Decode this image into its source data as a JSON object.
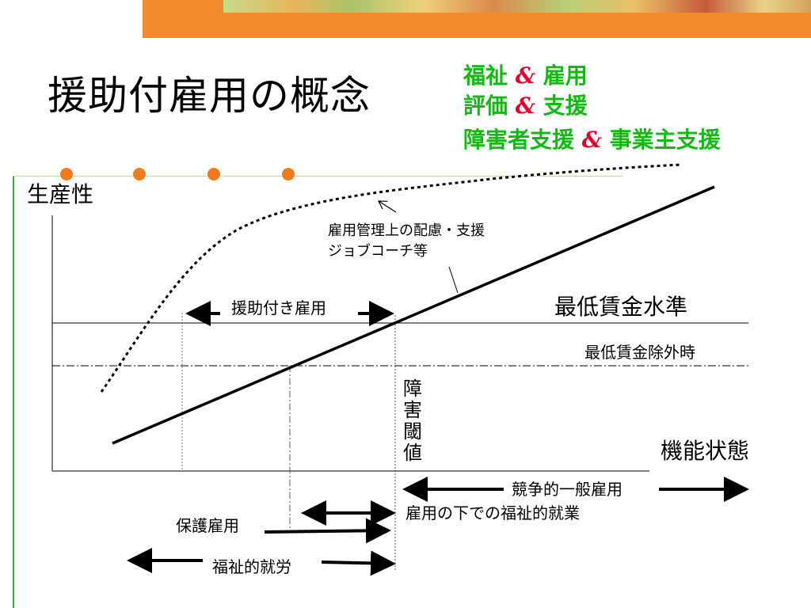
{
  "title": "援助付雇用の概念",
  "concepts": [
    {
      "a": "福祉",
      "amp": "&",
      "b": "雇用"
    },
    {
      "a": "評価",
      "amp": "&",
      "b": "支援"
    },
    {
      "a": "障害者支援",
      "amp": "&",
      "b": "事業主支援"
    }
  ],
  "diagram": {
    "y_axis": "生産性",
    "x_axis": "機能状態",
    "min_wage": "最低賃金水準",
    "min_wage_exempt": "最低賃金除外時",
    "support_note_1": "雇用管理上の配慮・支援",
    "support_note_2": "ジョブコーチ等",
    "supported_employment": "援助付き雇用",
    "disability_threshold": [
      "障",
      "害",
      "閾",
      "値"
    ],
    "competitive": "競争的一般雇用",
    "welfare_employment": "雇用の下での福祉的就業",
    "sheltered": "保護雇用",
    "welfare_labor": "福祉的就労"
  },
  "colors": {
    "accent_orange": "#f08a2c",
    "green_text": "#14b814",
    "ampersand_red": "#e0002a",
    "bullet_orange": "#ee7c1e"
  }
}
